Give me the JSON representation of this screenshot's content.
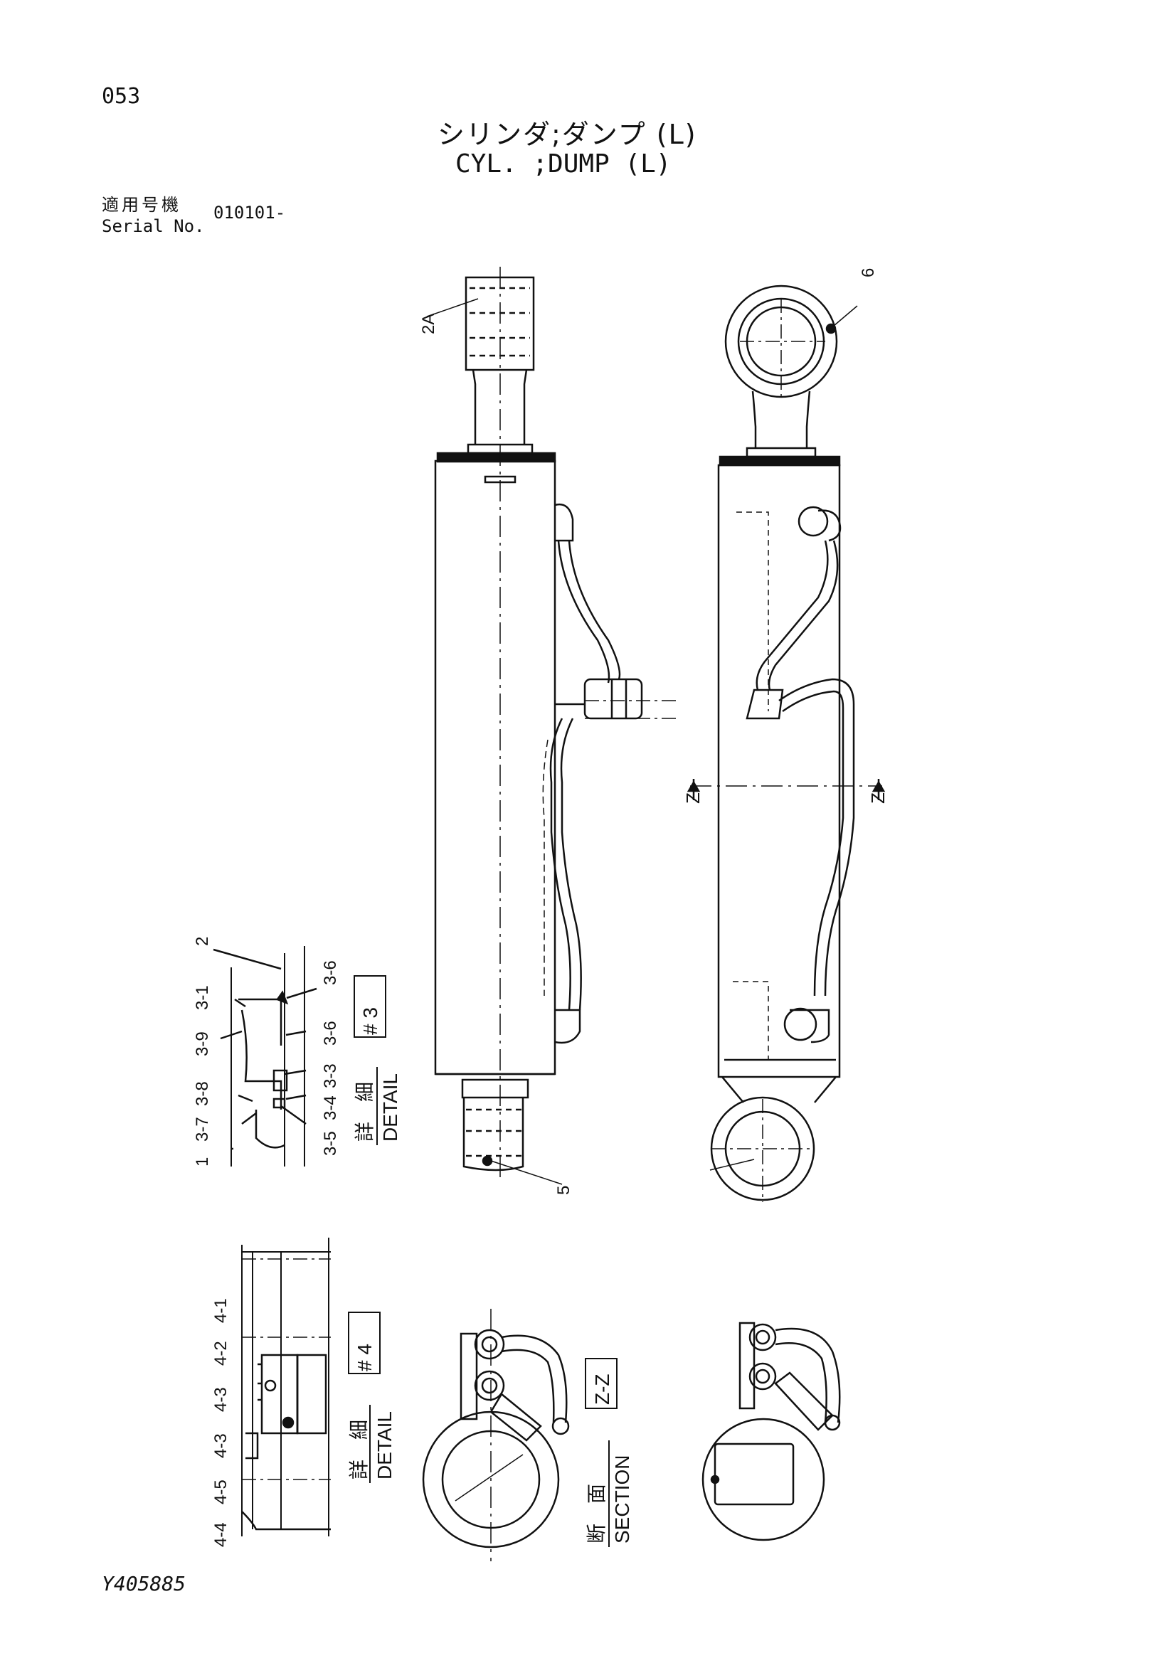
{
  "header": {
    "page_number": "053",
    "title_ja": "シリンダ;ダンプ (L)",
    "title_en": "CYL. ;DUMP (L)",
    "serial_label_ja": "適用号機",
    "serial_label_en": "Serial No.",
    "serial_value": "010101-"
  },
  "callouts": {
    "part_2a": "2A",
    "part_5": "5",
    "part_6": "6",
    "section_mark_left": "Z",
    "section_mark_right": "Z"
  },
  "detail3": {
    "title_ja": "詳　細",
    "title_en": "DETAIL",
    "number": "# 3",
    "labels": [
      "2",
      "3-6",
      "3-1",
      "3-6",
      "3-9",
      "3-3",
      "3-8",
      "3-4",
      "3-7",
      "3-5",
      "1"
    ]
  },
  "detail4": {
    "title_ja": "詳　細",
    "title_en": "DETAIL",
    "number": "# 4",
    "labels": [
      "4-1",
      "4-2",
      "4-3",
      "4-3",
      "4-5",
      "4-4"
    ]
  },
  "section": {
    "title_ja": "断　面",
    "title_en": "SECTION",
    "name": "Z-Z"
  },
  "footer": {
    "drawing_number": "Y405885"
  }
}
